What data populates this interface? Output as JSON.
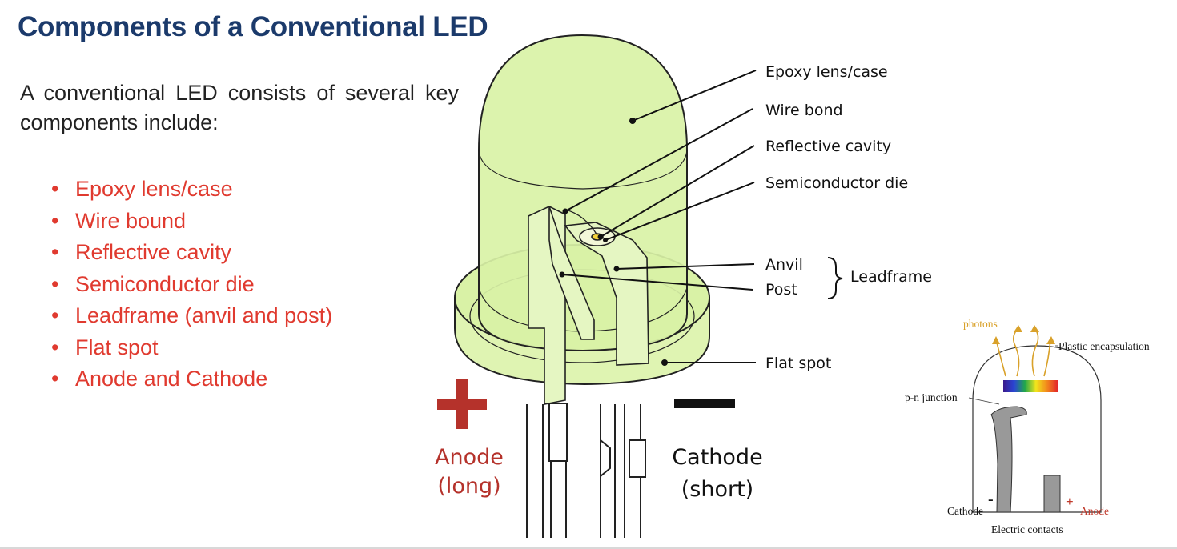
{
  "slide": {
    "title": "Components of a Conventional LED",
    "intro": "A conventional LED consists of several key components include:",
    "bullets": [
      "Epoxy lens/case",
      "Wire bound",
      "Reflective cavity",
      "Semiconductor die",
      "Leadframe (anvil and post)",
      "Flat spot",
      "Anode and Cathode"
    ]
  },
  "led_diagram": {
    "labels": {
      "epoxy": "Epoxy lens/case",
      "wire_bond": "Wire bond",
      "reflective": "Reflective cavity",
      "die": "Semiconductor die",
      "anvil": "Anvil",
      "post": "Post",
      "leadframe": "Leadframe",
      "flat_spot": "Flat spot"
    },
    "anode": {
      "symbol": "+",
      "line1": "Anode",
      "line2": "(long)"
    },
    "cathode": {
      "symbol": "−",
      "line1": "Cathode",
      "line2": "(short)"
    }
  },
  "inset": {
    "photons": "photons",
    "plastic": "Plastic encapsulation",
    "pn": "p-n junction",
    "cathode": "Cathode",
    "anode": "Anode",
    "minus": "-",
    "plus": "+",
    "contacts": "Electric contacts"
  },
  "colors": {
    "title": "#1b3a6b",
    "bullet": "#e03a2f",
    "led_fill": "#d9f2a6",
    "anode_red": "#b5322b",
    "photon_orange": "#d9a12a"
  }
}
